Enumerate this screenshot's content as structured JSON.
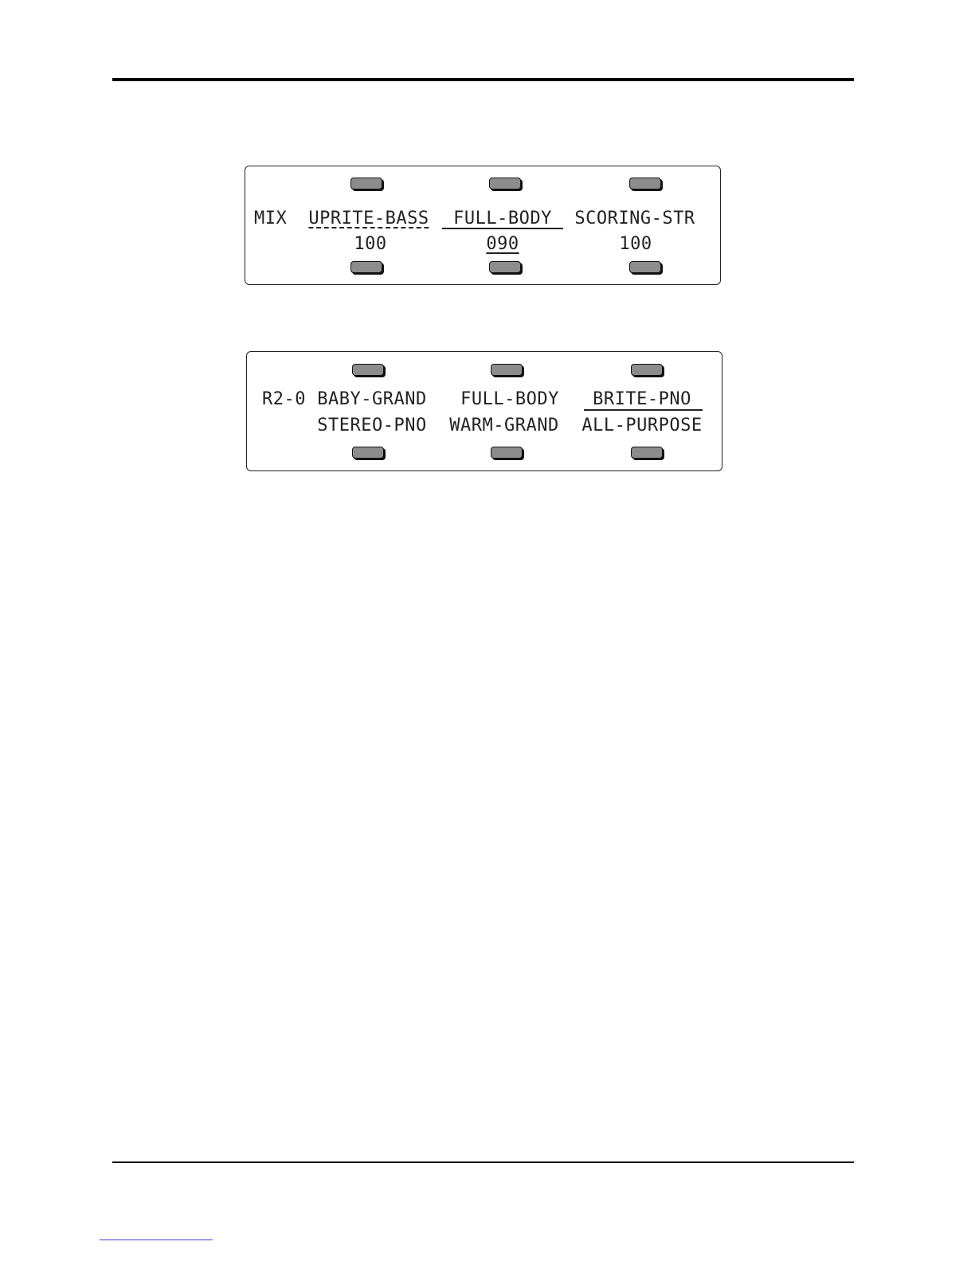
{
  "display_mix": {
    "label": "MIX",
    "columns": [
      {
        "name": "UPRITE-BASS",
        "value": "100"
      },
      {
        "name": "FULL-BODY",
        "value": "090"
      },
      {
        "name": "SCORING-STR",
        "value": "100"
      }
    ]
  },
  "display_preset": {
    "label": "R2-0",
    "row1": [
      "BABY-GRAND",
      "FULL-BODY",
      "BRITE-PNO"
    ],
    "row2": [
      "STEREO-PNO",
      "WARM-GRAND",
      "ALL-PURPOSE"
    ]
  }
}
